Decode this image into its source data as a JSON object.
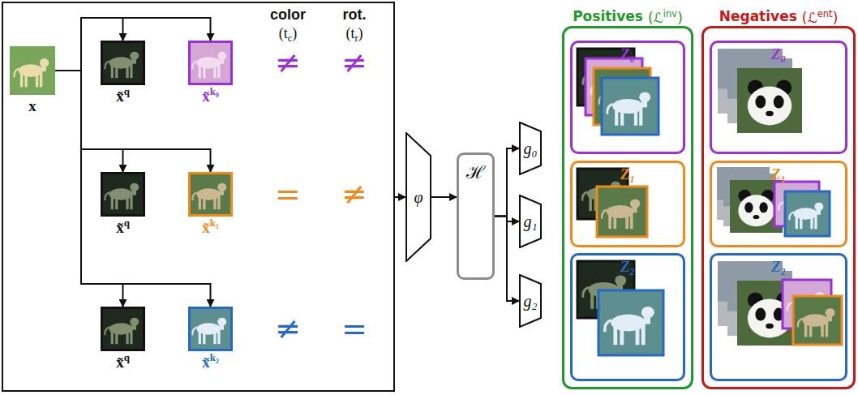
{
  "diagram": {
    "nodes": [
      {
        "text": []
      },
      {
        "text": [
          "x"
        ],
        "in": 0
      },
      {
        "text": [
          "x̃q"
        ],
        "in": 0
      },
      {
        "text": [
          "x̃k₀"
        ],
        "in": 0
      },
      {
        "text": [
          "x̃q"
        ],
        "in": 0
      },
      {
        "text": [
          "x̃k₁"
        ],
        "in": 0
      },
      {
        "text": [
          "x̃q"
        ],
        "in": 0
      },
      {
        "text": [
          "x̃k₂"
        ],
        "in": 0
      },
      {
        "text": [
          "φ"
        ]
      },
      {
        "text": [
          "ℋ"
        ]
      },
      {
        "text": [
          "g₀"
        ]
      },
      {
        "text": [
          "g₁"
        ]
      },
      {
        "text": [
          "g₂"
        ]
      },
      {
        "text": [
          "Positives",
          "(ℒinv)"
        ]
      },
      {
        "text": [
          "Z₀"
        ],
        "in": 13
      },
      {
        "text": [
          "Z₁"
        ],
        "in": 13
      },
      {
        "text": [
          "Z₂"
        ],
        "in": 13
      },
      {
        "text": [
          "Negatives",
          "(ℒent)"
        ]
      },
      {
        "text": [
          "Z₀"
        ],
        "in": 17
      },
      {
        "text": [
          "Z₁"
        ],
        "in": 17
      },
      {
        "text": [
          "Z₂"
        ],
        "in": 17
      }
    ],
    "edges": [
      {
        "from": 1,
        "to": 2,
        "arrow": "to"
      },
      {
        "from": 1,
        "to": 3,
        "arrow": "to"
      },
      {
        "from": 1,
        "to": 4,
        "arrow": "to"
      },
      {
        "from": 1,
        "to": 5,
        "arrow": "to"
      },
      {
        "from": 1,
        "to": 6,
        "arrow": "to"
      },
      {
        "from": 1,
        "to": 7,
        "arrow": "to"
      },
      {
        "from": 0,
        "to": 8,
        "arrow": "to"
      },
      {
        "from": 8,
        "to": 9,
        "arrow": "to"
      },
      {
        "from": 9,
        "to": 10,
        "arrow": "to"
      },
      {
        "from": 9,
        "to": 11,
        "arrow": "to"
      },
      {
        "from": 9,
        "to": 12,
        "arrow": "to"
      }
    ],
    "labels": [
      "color",
      "(tc)",
      "rot.",
      "(tr)",
      "≠",
      "≠",
      "=",
      "≠",
      "≠",
      "="
    ]
  }
}
